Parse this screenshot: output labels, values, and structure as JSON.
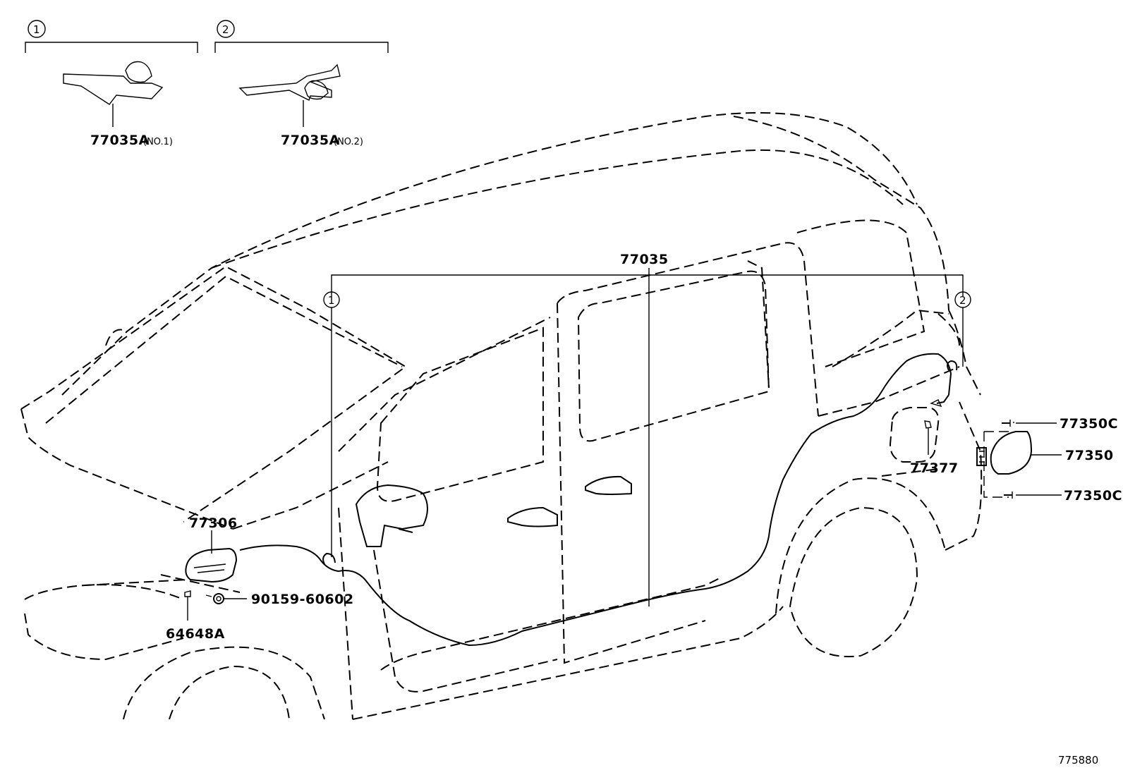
{
  "callouts": {
    "c1": "1",
    "c2": "2"
  },
  "parts": {
    "p77035a_no1": "77035A",
    "p77035a_no1_note": "(NO.1)",
    "p77035a_no2": "77035A",
    "p77035a_no2_note": "(NO.2)",
    "p77035": "77035",
    "p77306": "77306",
    "p90159": "90159-60602",
    "p64648a": "64648A",
    "p77377": "77377",
    "p77350c_top": "77350C",
    "p77350": "77350",
    "p77350c_bottom": "77350C"
  },
  "illustration_ref": "775880"
}
